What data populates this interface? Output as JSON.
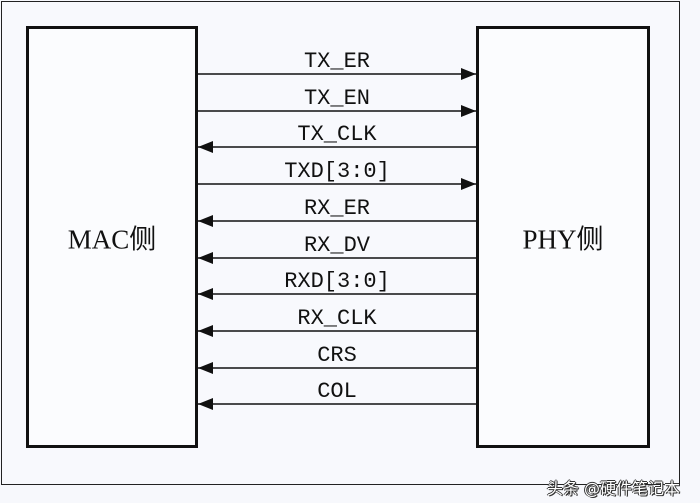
{
  "diagram": {
    "left_block": {
      "label": "MAC侧"
    },
    "right_block": {
      "label": "PHY侧"
    },
    "signals": [
      {
        "name": "TX_ER",
        "direction": "MAC→PHY"
      },
      {
        "name": "TX_EN",
        "direction": "MAC→PHY"
      },
      {
        "name": "TX_CLK",
        "direction": "PHY→MAC"
      },
      {
        "name": "TXD[3:0]",
        "direction": "MAC→PHY"
      },
      {
        "name": "RX_ER",
        "direction": "PHY→MAC"
      },
      {
        "name": "RX_DV",
        "direction": "PHY→MAC"
      },
      {
        "name": "RXD[3:0]",
        "direction": "PHY→MAC"
      },
      {
        "name": "RX_CLK",
        "direction": "PHY→MAC"
      },
      {
        "name": "CRS",
        "direction": "PHY→MAC"
      },
      {
        "name": "COL",
        "direction": "PHY→MAC"
      }
    ]
  },
  "watermark": "头条 @硬件笔记本"
}
